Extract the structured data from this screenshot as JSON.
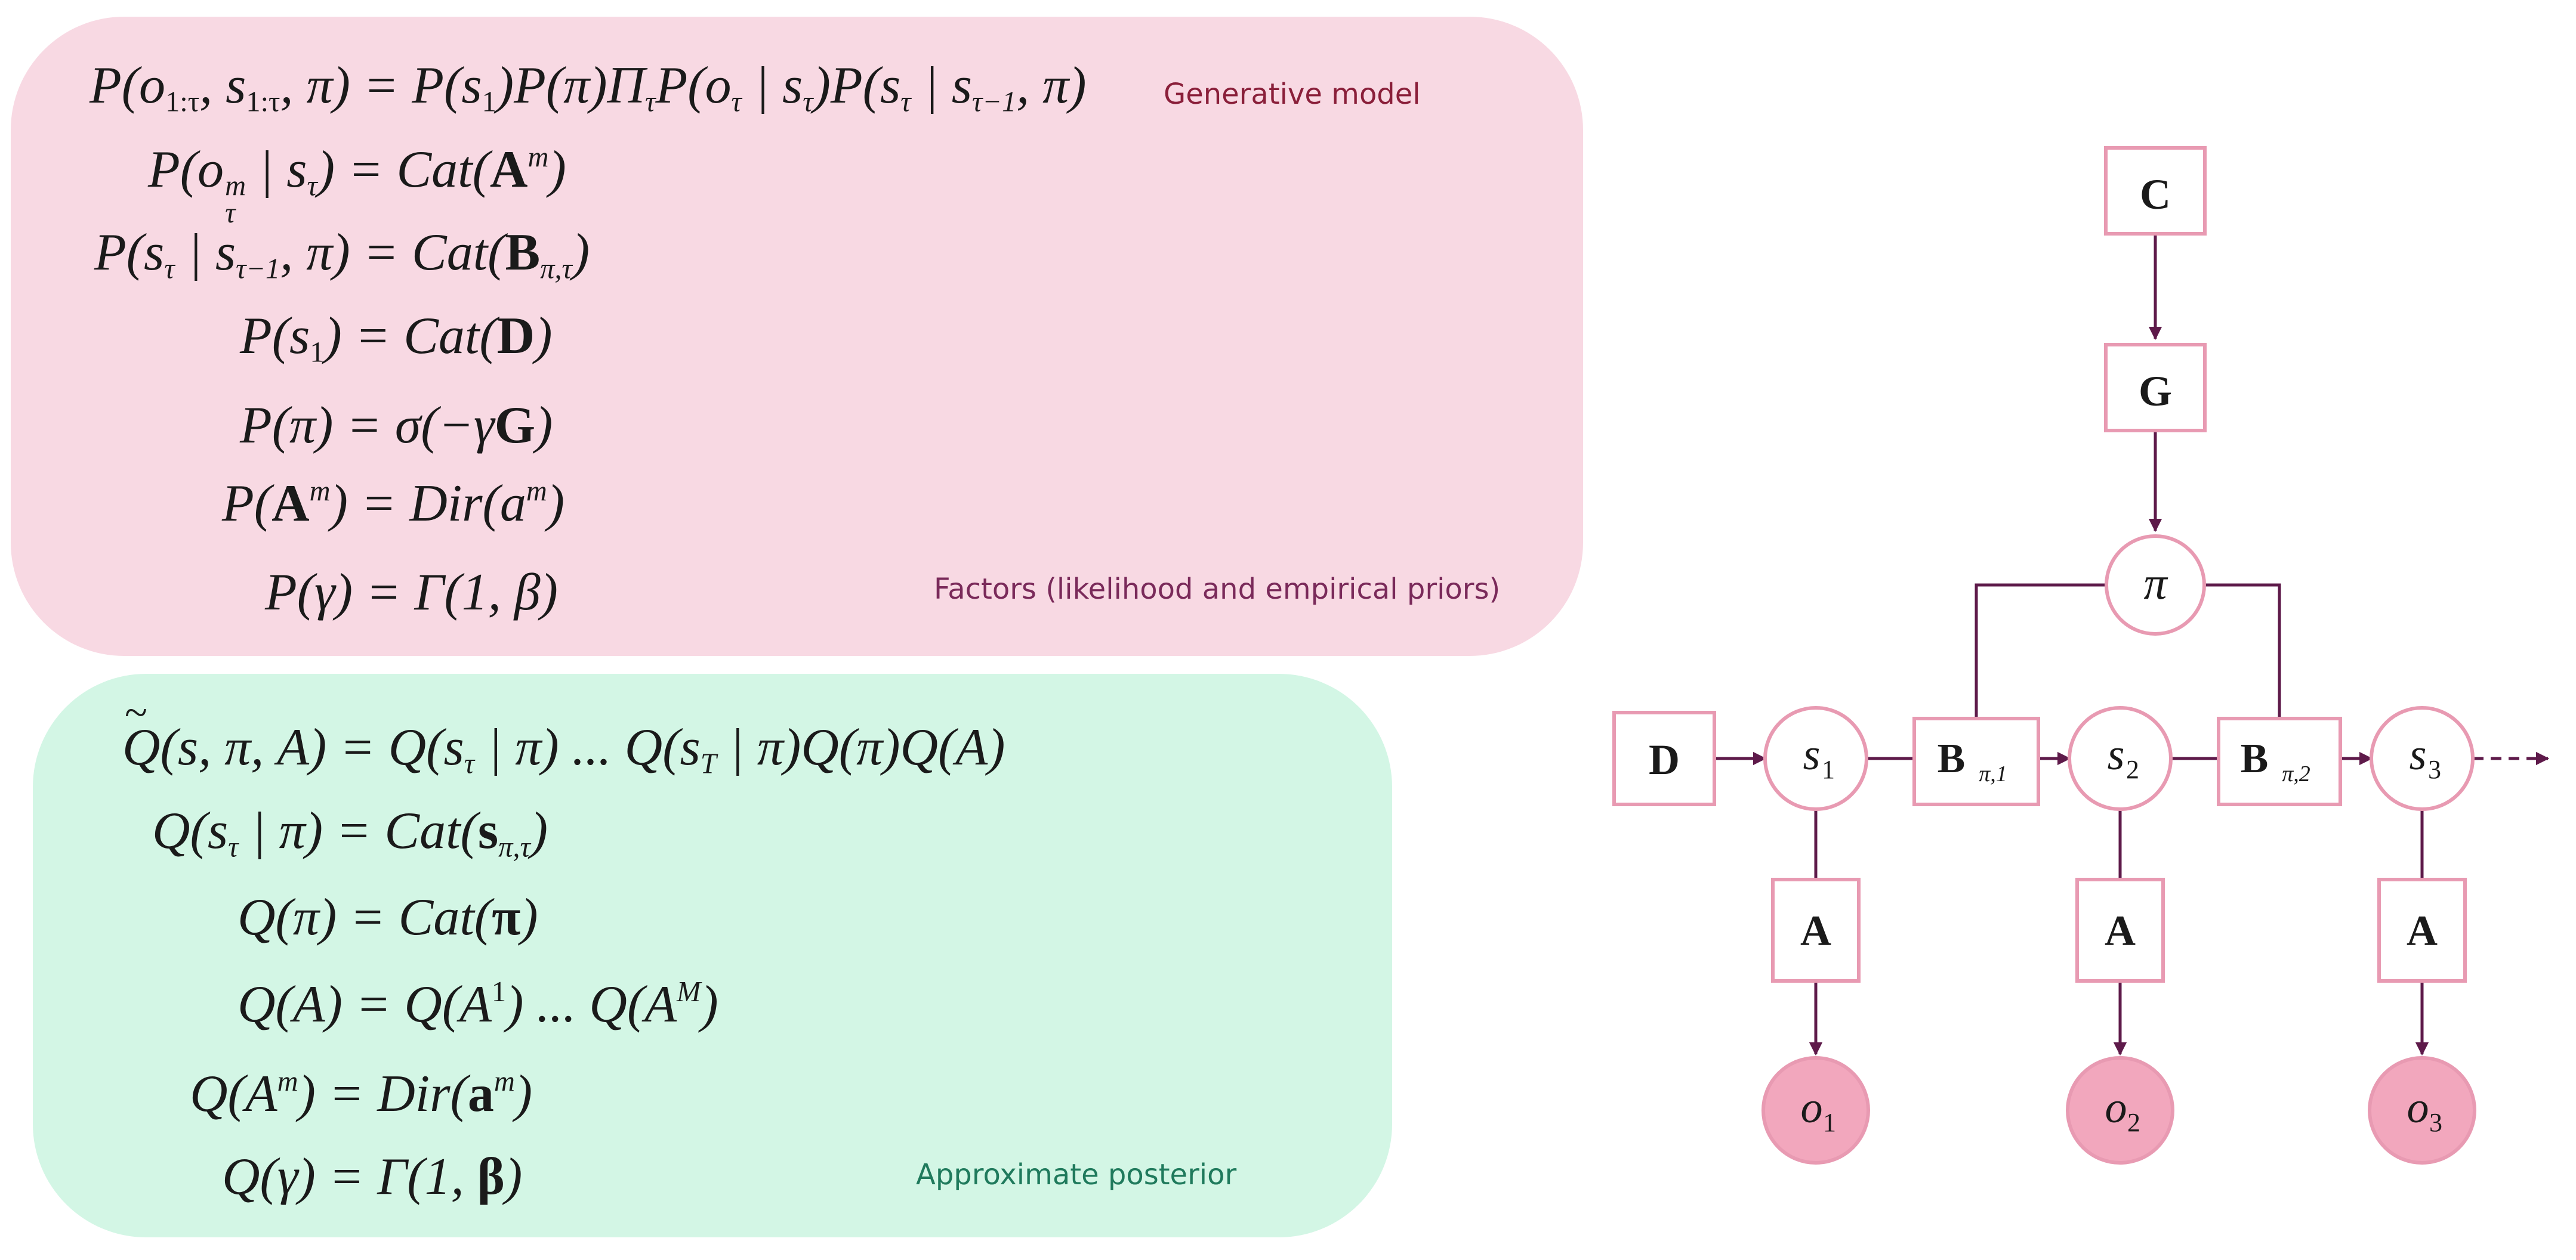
{
  "generative_panel": {
    "label_title": "Generative model",
    "label_factors": "Factors (likelihood and empirical priors)",
    "eq_joint_lhs": "P(o",
    "eq_joint_rhs": ") = P(s",
    "eq_A_lhs": "P(o",
    "eq_B_lhs": "P(s",
    "eq_D_lhs": "P(s",
    "eq_pi_lhs": "P(π) = σ(−γ",
    "eq_Adir_lhs": "P(",
    "eq_gamma": "P(γ) = Γ(1, β)"
  },
  "posterior_panel": {
    "label": "Approximate posterior",
    "eq_joint": "Q(s, π, A) = Q(s",
    "eq_s": "Q(s",
    "eq_pi": "Q(π) = Cat(",
    "eq_A": "Q(A) = Q(A",
    "eq_Am": "Q(A",
    "eq_gamma": "Q(γ) = Γ(1, "
  },
  "diagram": {
    "nodes": {
      "C": "C",
      "G": "G",
      "pi": "π",
      "D": "D",
      "s1": "s",
      "s2": "s",
      "s3": "s",
      "B1": "B",
      "B2": "B",
      "A1": "A",
      "A2": "A",
      "A3": "A",
      "o1": "o",
      "o2": "o",
      "o3": "o"
    },
    "subscripts": {
      "s1": "1",
      "s2": "2",
      "s3": "3",
      "o1": "1",
      "o2": "2",
      "o3": "3",
      "B1": "π,1",
      "B2": "π,2"
    }
  },
  "colors": {
    "generative_bg": "#f8d9e3",
    "posterior_bg": "#d3f6e5",
    "generative_label": "#8a1f3a",
    "factors_label": "#7a2a5a",
    "posterior_label": "#1f7a5c",
    "node_border": "#e89ab2",
    "observed_fill": "#f2a7bd",
    "edge": "#5e1a4a"
  }
}
